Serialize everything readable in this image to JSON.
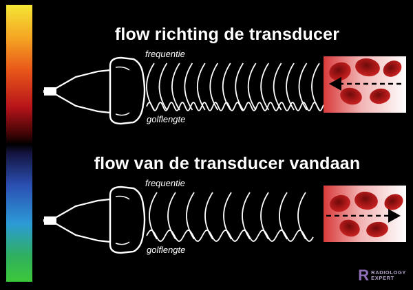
{
  "colors": {
    "background": "#000000",
    "flow_toward_scale": [
      "#f5e636",
      "#f5a623",
      "#e8571a",
      "#b8141a",
      "#5a0508"
    ],
    "flow_away_scale": [
      "#1d1d5e",
      "#2b4fb3",
      "#2c9bd6",
      "#2fb05e",
      "#3cc83a"
    ],
    "blood_cell": "#a51616"
  },
  "panels": [
    {
      "title": "flow richting de transducer",
      "frequency_label": "frequentie",
      "wavelength_label": "golflengte",
      "direction": "toward"
    },
    {
      "title": "flow van de transducer vandaan",
      "frequency_label": "frequentie",
      "wavelength_label": "golflengte",
      "direction": "away"
    }
  ],
  "watermark": {
    "line1": "RADIOLOGY",
    "line2": "EXPERT"
  }
}
